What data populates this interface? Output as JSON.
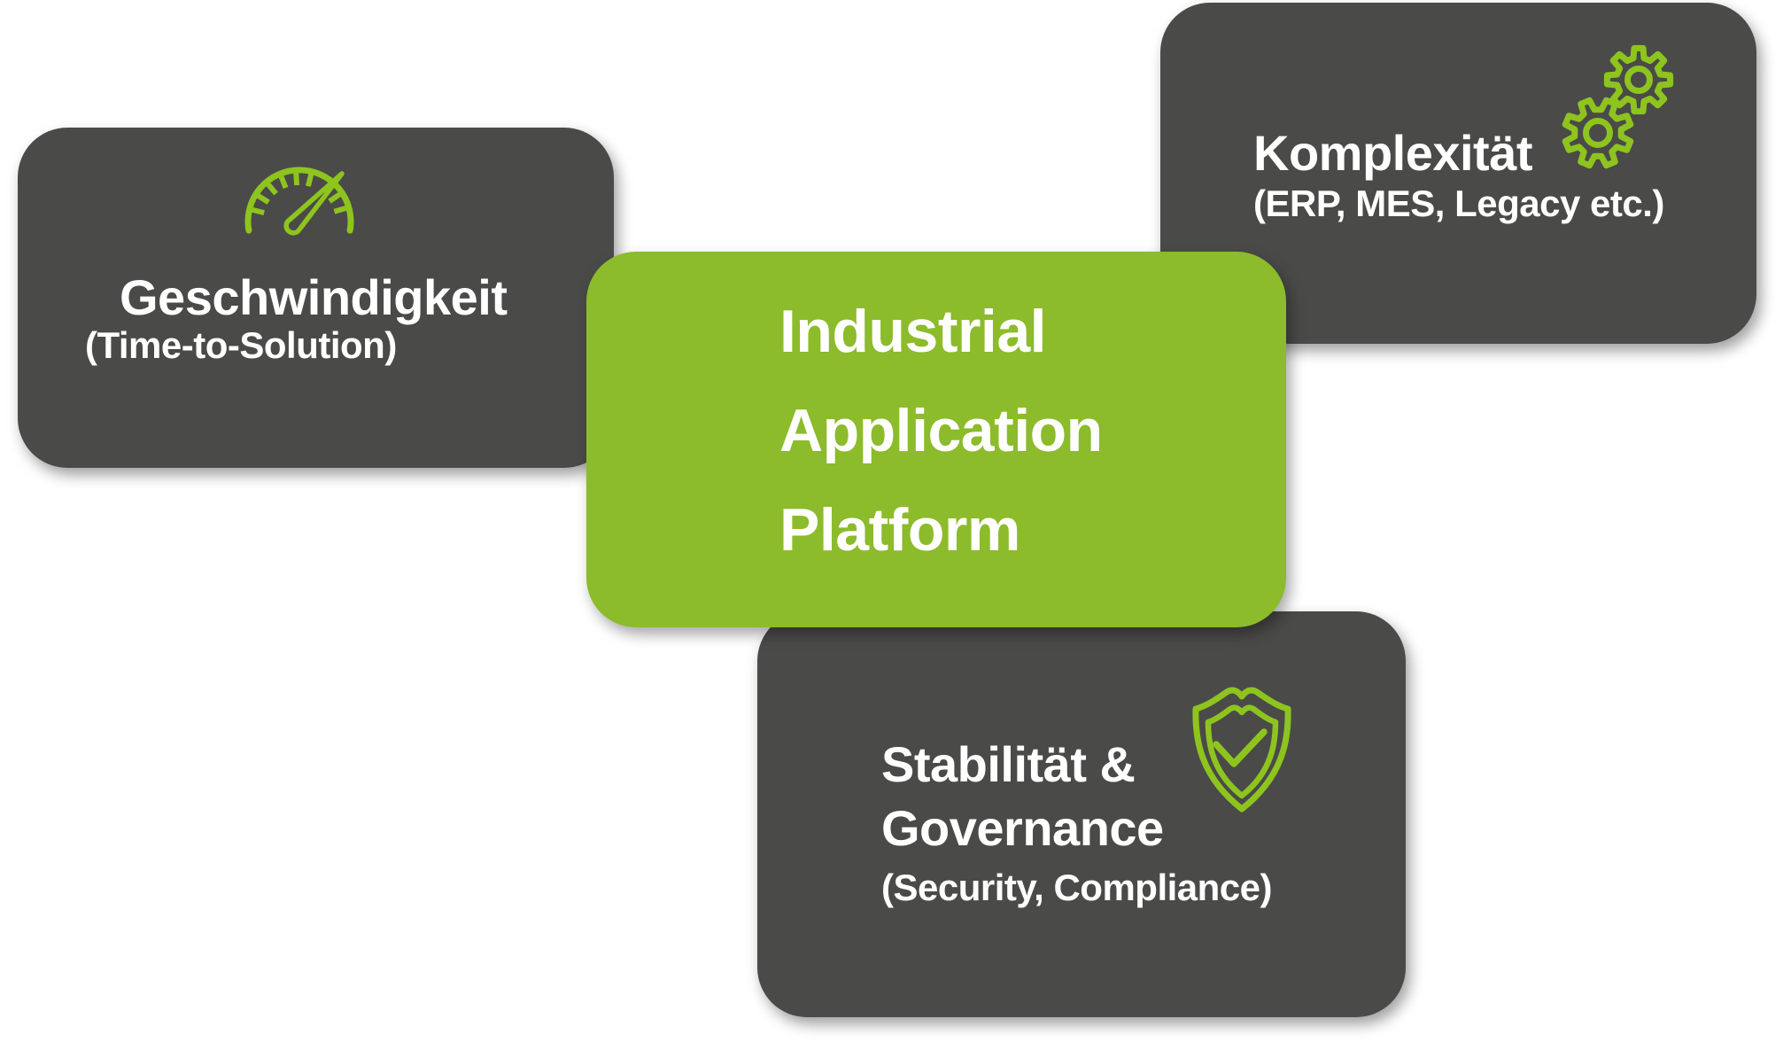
{
  "colors": {
    "card_bg": "#4a4a49",
    "platform_green": "#8cbb2b",
    "icon_green": "#8ec41e",
    "text": "#ffffff",
    "background": "#ffffff"
  },
  "cards": {
    "speed": {
      "title": "Geschwindigkeit",
      "subtitle": "(Time-to-Solution)",
      "icon": "speedometer-icon"
    },
    "complexity": {
      "title": "Komplexität",
      "subtitle": "(ERP, MES, Legacy etc.)",
      "icon": "gears-icon"
    },
    "platform": {
      "lines": [
        "Industrial",
        "Application",
        "Platform"
      ]
    },
    "stability": {
      "lines": [
        "Stabilität &",
        "Governance"
      ],
      "subtitle": "(Security, Compliance)",
      "icon": "shield-check-icon"
    }
  }
}
